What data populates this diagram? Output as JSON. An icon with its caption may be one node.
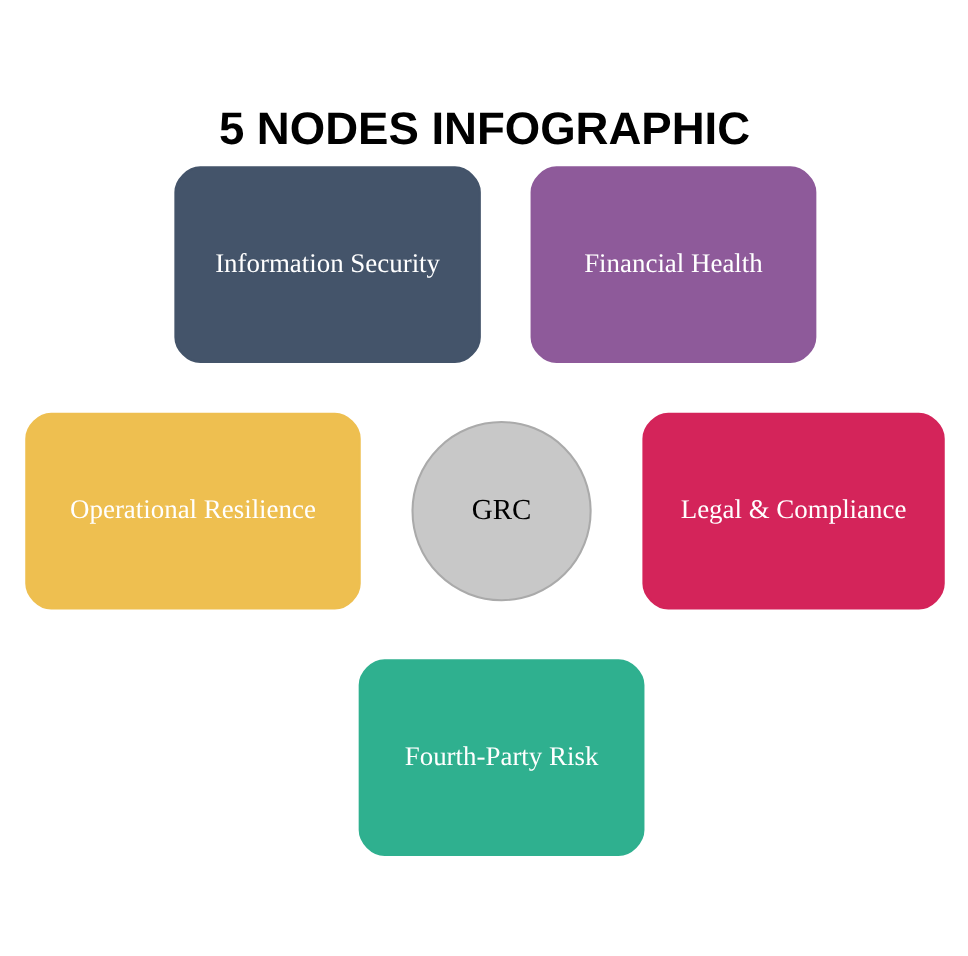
{
  "diagram": {
    "title": "5 NODES INFOGRAPHIC",
    "nodes": [
      {
        "text": [
          "Information Security"
        ]
      },
      {
        "text": [
          "Financial Health"
        ]
      },
      {
        "text": [
          "Operational Resilience"
        ]
      },
      {
        "text": [
          "GRC"
        ]
      },
      {
        "text": [
          "Legal & Compliance"
        ]
      },
      {
        "text": [
          "Fourth-Party Risk"
        ]
      }
    ]
  }
}
